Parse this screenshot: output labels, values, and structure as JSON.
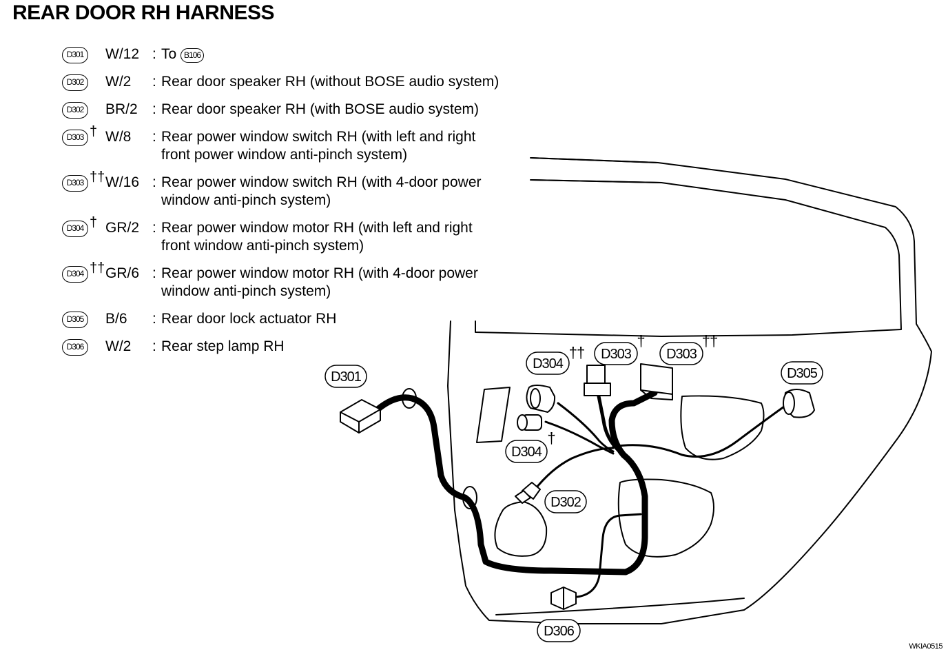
{
  "title": "REAR DOOR RH HARNESS",
  "legend": [
    {
      "connector": "D301",
      "mark": "",
      "wire": "W/12",
      "desc_lines": [
        "To"
      ],
      "ref": "B106"
    },
    {
      "connector": "D302",
      "mark": "",
      "wire": "W/2",
      "desc_lines": [
        "Rear door speaker RH (without BOSE audio system)"
      ]
    },
    {
      "connector": "D302",
      "mark": "",
      "wire": "BR/2",
      "desc_lines": [
        "Rear door speaker RH (with BOSE audio system)"
      ]
    },
    {
      "connector": "D303",
      "mark": "†",
      "wire": "W/8",
      "desc_lines": [
        "Rear power window switch RH (with left and right",
        "front power window anti-pinch system)"
      ]
    },
    {
      "connector": "D303",
      "mark": "††",
      "wire": "W/16",
      "desc_lines": [
        "Rear power window switch RH (with 4-door power",
        "window anti-pinch system)"
      ]
    },
    {
      "connector": "D304",
      "mark": "†",
      "wire": "GR/2",
      "desc_lines": [
        "Rear power window motor RH (with left and right",
        "front window anti-pinch system)"
      ]
    },
    {
      "connector": "D304",
      "mark": "††",
      "wire": "GR/6",
      "desc_lines": [
        "Rear power window motor RH (with 4-door power",
        "window anti-pinch system)"
      ]
    },
    {
      "connector": "D305",
      "mark": "",
      "wire": "B/6",
      "desc_lines": [
        "Rear door lock actuator RH"
      ]
    },
    {
      "connector": "D306",
      "mark": "",
      "wire": "W/2",
      "desc_lines": [
        "Rear step lamp RH"
      ]
    }
  ],
  "labels": {
    "d301": "D301",
    "d302": "D302",
    "d303a": "D303",
    "d303a_mark": "†",
    "d303b": "D303",
    "d303b_mark": "††",
    "d304a": "D304",
    "d304a_mark": "††",
    "d304b": "D304",
    "d304b_mark": "†",
    "d305": "D305",
    "d306": "D306"
  },
  "footer_code": "WKIA0515"
}
